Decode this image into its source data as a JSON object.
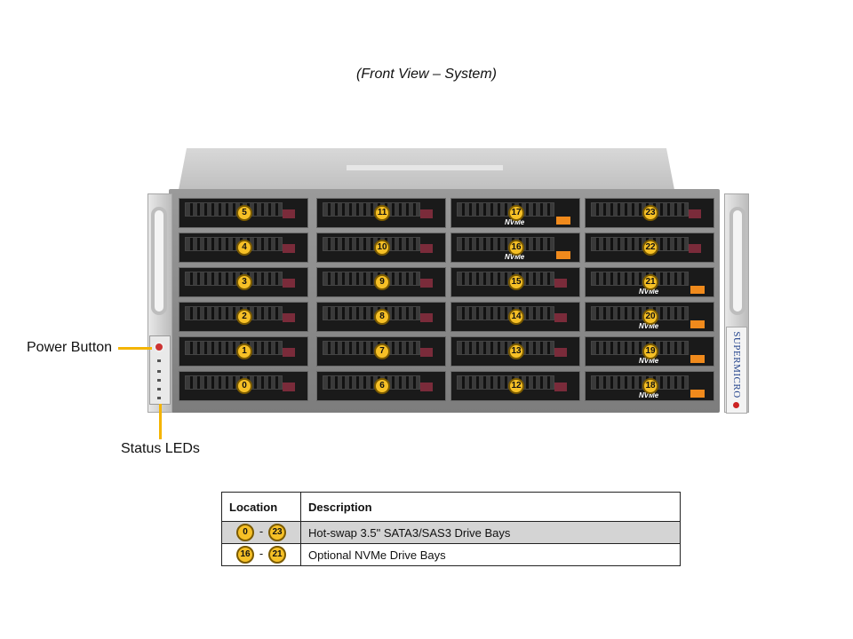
{
  "caption": "(Front View – System)",
  "callouts": {
    "power_button": "Power Button",
    "status_leds": "Status LEDs"
  },
  "brand": "SUPERMICRO",
  "nvme_tag": "NVMe",
  "colors": {
    "badge": "#f6c026",
    "callout_line": "#f4b400",
    "nvme_latch": "#f08a1c",
    "shaded_row": "#d4d4d4"
  },
  "bays": {
    "columns": [
      [
        "5",
        "4",
        "3",
        "2",
        "1",
        "0"
      ],
      [
        "11",
        "10",
        "9",
        "8",
        "7",
        "6"
      ],
      [
        "17",
        "16",
        "15",
        "14",
        "13",
        "12"
      ],
      [
        "23",
        "22",
        "21",
        "20",
        "19",
        "18"
      ]
    ],
    "nvme": [
      "16",
      "17",
      "18",
      "19",
      "20",
      "21"
    ]
  },
  "table": {
    "headers": [
      "Location",
      "Description"
    ],
    "rows": [
      {
        "from": "0",
        "sep": "-",
        "to": "23",
        "description": "Hot-swap 3.5\" SATA3/SAS3 Drive Bays",
        "shaded": true
      },
      {
        "from": "16",
        "sep": "-",
        "to": "21",
        "description": "Optional NVMe Drive Bays",
        "shaded": false
      }
    ]
  }
}
